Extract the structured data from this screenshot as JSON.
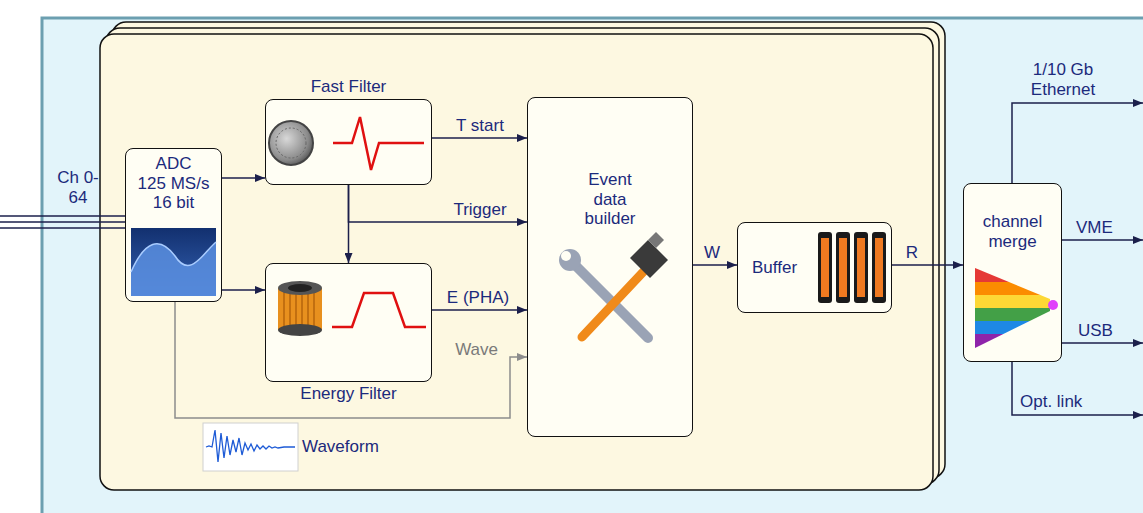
{
  "diagram": {
    "nodes": [
      {
        "text": [
          "ADC",
          "125 MS/s 16 bit"
        ]
      },
      {
        "text": [
          "Fast Filter"
        ]
      },
      {
        "text": [
          "Energy Filter"
        ]
      },
      {
        "text": [
          "Event data builder"
        ]
      },
      {
        "text": [
          "Buffer"
        ]
      },
      {
        "text": [
          "channel merge"
        ]
      }
    ],
    "edges": [
      {
        "from": 0,
        "to": 1,
        "arrow": "to"
      },
      {
        "from": 0,
        "to": 2,
        "arrow": "to"
      },
      {
        "from": 1,
        "to": 3,
        "label": "T start",
        "arrow": "to"
      },
      {
        "from": 1,
        "to": 2,
        "arrow": "to"
      },
      {
        "from": 1,
        "to": 3,
        "label": "Trigger",
        "arrow": "to"
      },
      {
        "from": 2,
        "to": 3,
        "label": "E (PHA)",
        "arrow": "to"
      },
      {
        "from": 0,
        "to": 3,
        "label": "Wave",
        "arrow": "to"
      },
      {
        "from": 3,
        "to": 4,
        "label": "W",
        "arrow": "to"
      },
      {
        "from": 4,
        "to": 5,
        "label": "R",
        "arrow": "to"
      }
    ],
    "labels": [
      "Ch 0-64",
      "Waveform",
      "1/10 Gb Ethernet",
      "VME",
      "USB",
      "Opt. link"
    ]
  }
}
